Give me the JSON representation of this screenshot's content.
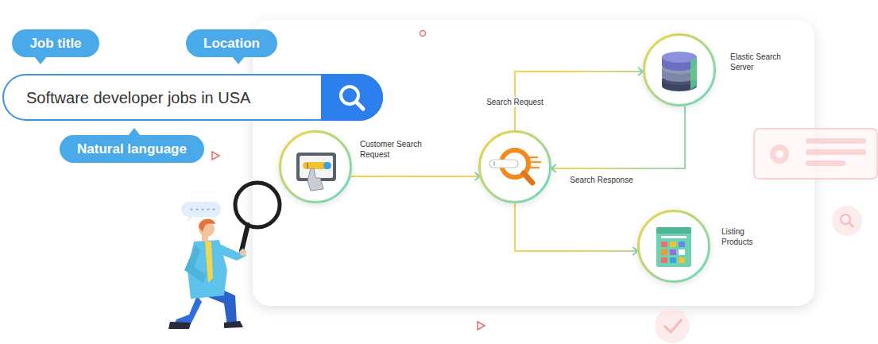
{
  "diagram": {
    "nodes": [
      {
        "text": [
          "Job title"
        ]
      },
      {
        "text": [
          "Location"
        ]
      },
      {
        "text": [
          "Software developer jobs in USA"
        ]
      },
      {
        "text": [
          "Natural language"
        ]
      },
      {
        "text": [
          "Customer Search Request"
        ]
      },
      {
        "text": []
      },
      {
        "text": [
          "Elastic Search Server"
        ]
      },
      {
        "text": [
          "Listing Products"
        ]
      }
    ],
    "edges": [
      {
        "from": 4,
        "to": 5,
        "arrow": "to"
      },
      {
        "from": 5,
        "to": 6,
        "label": "Search Request",
        "arrow": "to"
      },
      {
        "from": 6,
        "to": 5,
        "label": "Search Response",
        "arrow": "to"
      },
      {
        "from": 5,
        "to": 7,
        "arrow": "to"
      }
    ]
  }
}
